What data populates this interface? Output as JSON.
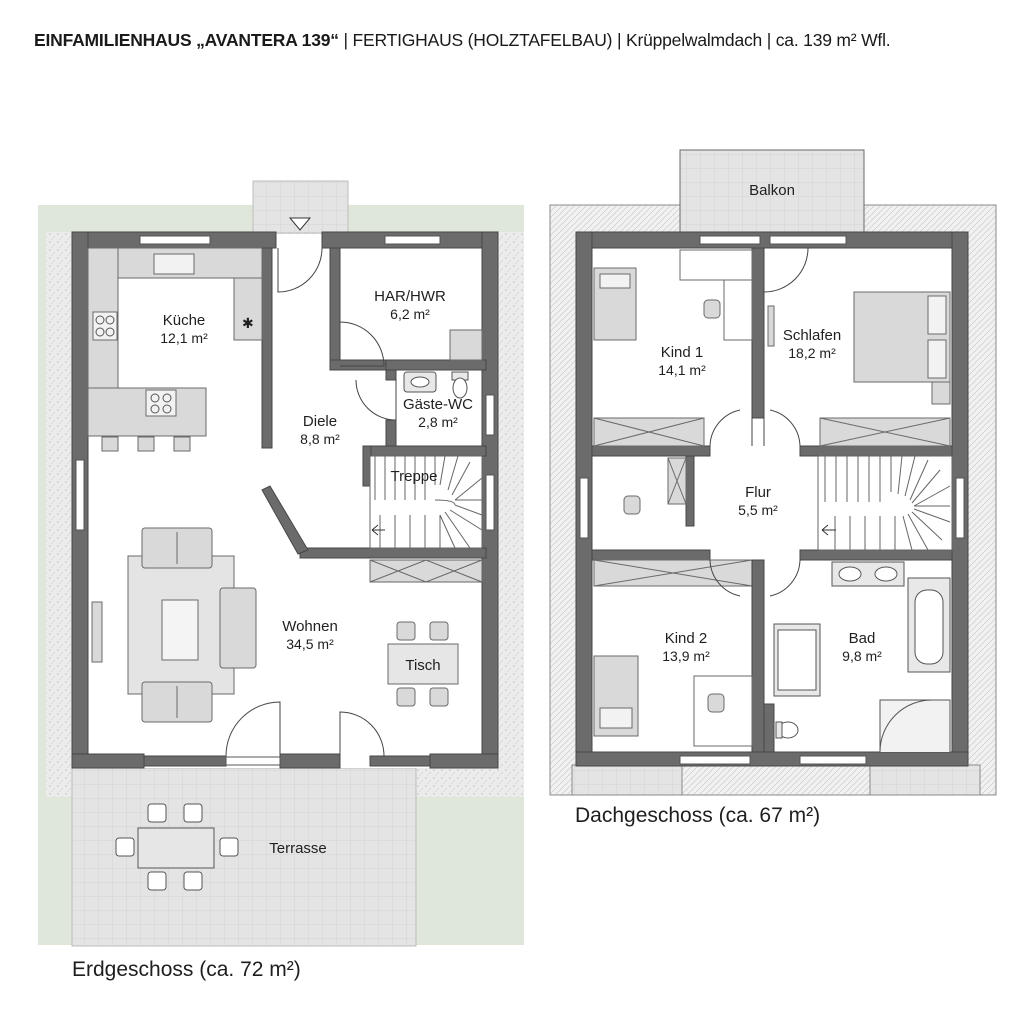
{
  "header": {
    "house_name": "EINFAMILIENHAUS „AVANTERA 139“",
    "details": "| FERTIGHAUS (HOLZTAFELBAU) | Krüppelwalmdach | ca. 139 m² Wfl."
  },
  "ground_floor": {
    "label": "Erdgeschoss (ca. 72 m²)",
    "rooms": {
      "kueche": {
        "name": "Küche",
        "area": "12,1 m²"
      },
      "har": {
        "name": "HAR/HWR",
        "area": "6,2 m²"
      },
      "diele": {
        "name": "Diele",
        "area": "8,8 m²"
      },
      "gaeste_wc": {
        "name": "Gäste-WC",
        "area": "2,8 m²"
      },
      "treppe": {
        "name": "Treppe"
      },
      "wohnen": {
        "name": "Wohnen",
        "area": "34,5 m²"
      },
      "tisch": {
        "name": "Tisch"
      },
      "terrasse": {
        "name": "Terrasse"
      }
    }
  },
  "upper_floor": {
    "label": "Dachgeschoss (ca. 67 m²)",
    "rooms": {
      "balkon": {
        "name": "Balkon"
      },
      "kind1": {
        "name": "Kind 1",
        "area": "14,1 m²"
      },
      "schlafen": {
        "name": "Schlafen",
        "area": "18,2 m²"
      },
      "flur": {
        "name": "Flur",
        "area": "5,5 m²"
      },
      "kind2": {
        "name": "Kind 2",
        "area": "13,9 m²"
      },
      "bad": {
        "name": "Bad",
        "area": "9,8 m²"
      }
    }
  },
  "colors": {
    "wall": "#6b6b6b",
    "wall_edge": "#4a4a4a",
    "floor": "#ffffff",
    "furniture": "#d9d9d9",
    "terrace": "#e3e3e3",
    "garden": "#dde6d8",
    "gravel": "#ebebeb"
  }
}
